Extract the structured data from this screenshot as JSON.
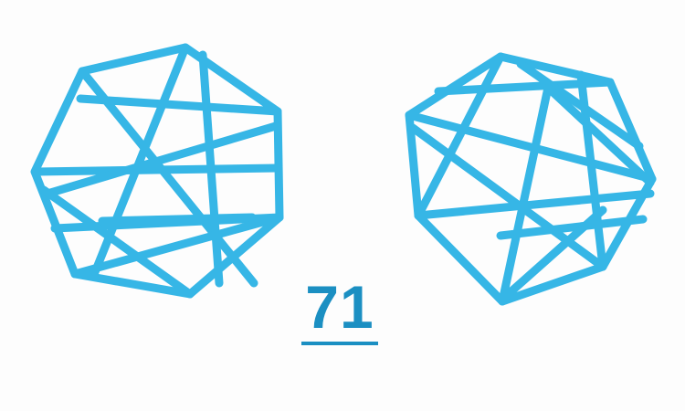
{
  "plate": {
    "number": "71",
    "ink_color": "#36b6e6",
    "number_color": "#1b8fc2",
    "background": "#fdfdfd"
  },
  "shapes": {
    "left": {
      "name": "left-wireframe-heptagon"
    },
    "right": {
      "name": "right-wireframe-heptagon"
    }
  }
}
